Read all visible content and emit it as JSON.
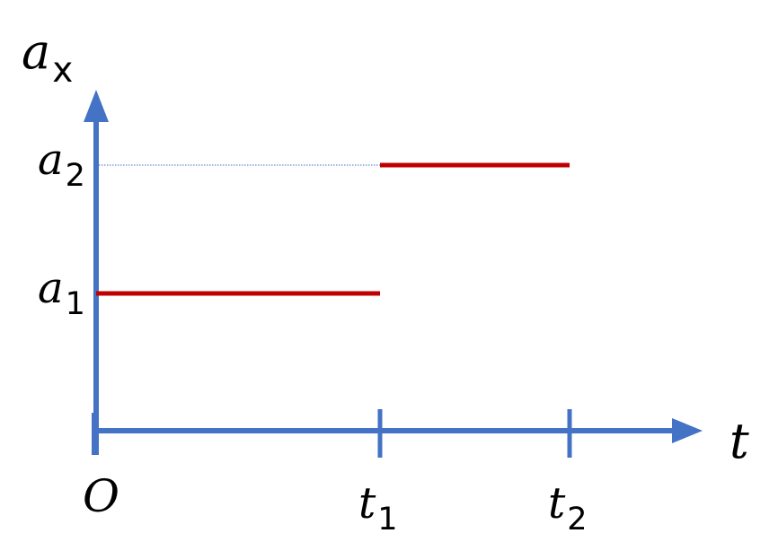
{
  "chart_data": {
    "type": "line",
    "xlabel": {
      "main": "t",
      "sub": ""
    },
    "ylabel": {
      "main": "a",
      "sub": "x"
    },
    "origin_label": "O",
    "x_ticks": [
      {
        "main": "t",
        "sub": "1",
        "value": 1
      },
      {
        "main": "t",
        "sub": "2",
        "value": 2
      }
    ],
    "y_ticks": [
      {
        "main": "a",
        "sub": "1",
        "value": 1
      },
      {
        "main": "a",
        "sub": "2",
        "value": 2
      }
    ],
    "series": [
      {
        "x": [
          0,
          1
        ],
        "y": [
          1,
          1
        ]
      },
      {
        "x": [
          1,
          2
        ],
        "y": [
          2,
          2
        ]
      }
    ],
    "guides": [
      {
        "from_x": 0,
        "to_x": 1,
        "y": 2,
        "style": "dotted"
      }
    ],
    "xlim": [
      0,
      3
    ],
    "ylim": [
      0,
      3
    ],
    "grid": false,
    "colors": {
      "axis": "#4472c4",
      "series": "#c00000",
      "guide": "#4472c4"
    }
  }
}
